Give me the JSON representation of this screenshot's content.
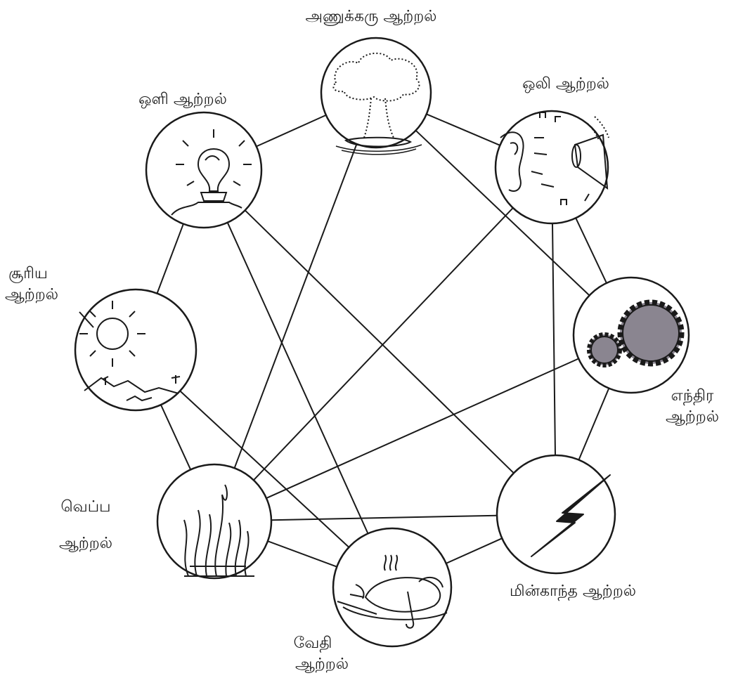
{
  "colors": {
    "ink": "#1a1a1a",
    "background": "#ffffff",
    "gear_fill": "#8a8590"
  },
  "nodes": [
    {
      "id": "nuclear",
      "label_lines": [
        "அணுக்கரு  ஆற்றல்"
      ],
      "icon": "mushroom-cloud-icon"
    },
    {
      "id": "sound",
      "label_lines": [
        "ஒலி ஆற்றல்"
      ],
      "icon": "ear-and-loudspeaker-icon"
    },
    {
      "id": "mechanical",
      "label_lines": [
        "எந்திர",
        "ஆற்றல்"
      ],
      "icon": "gears-icon"
    },
    {
      "id": "electrical",
      "label_lines": [
        "மின்காந்த ஆற்றல்"
      ],
      "icon": "lightning-bolt-icon"
    },
    {
      "id": "chemical",
      "label_lines": [
        "வேதி",
        "ஆற்றல்"
      ],
      "icon": "roast-chicken-icon"
    },
    {
      "id": "heat",
      "label_lines": [
        "வெப்ப",
        "ஆற்றல்"
      ],
      "icon": "flames-icon"
    },
    {
      "id": "solar",
      "label_lines": [
        "சூரிய",
        "ஆற்றல்"
      ],
      "icon": "sun-over-landscape-icon"
    },
    {
      "id": "light",
      "label_lines": [
        "ஒளி ஆற்றல்"
      ],
      "icon": "light-bulb-icon"
    }
  ],
  "links": [
    [
      "nuclear",
      "sound"
    ],
    [
      "nuclear",
      "light"
    ],
    [
      "nuclear",
      "heat"
    ],
    [
      "nuclear",
      "mechanical"
    ],
    [
      "sound",
      "mechanical"
    ],
    [
      "sound",
      "heat"
    ],
    [
      "sound",
      "electrical"
    ],
    [
      "mechanical",
      "electrical"
    ],
    [
      "mechanical",
      "heat"
    ],
    [
      "electrical",
      "chemical"
    ],
    [
      "electrical",
      "heat"
    ],
    [
      "electrical",
      "light"
    ],
    [
      "chemical",
      "heat"
    ],
    [
      "chemical",
      "light"
    ],
    [
      "chemical",
      "solar"
    ],
    [
      "heat",
      "solar"
    ],
    [
      "solar",
      "light"
    ]
  ]
}
